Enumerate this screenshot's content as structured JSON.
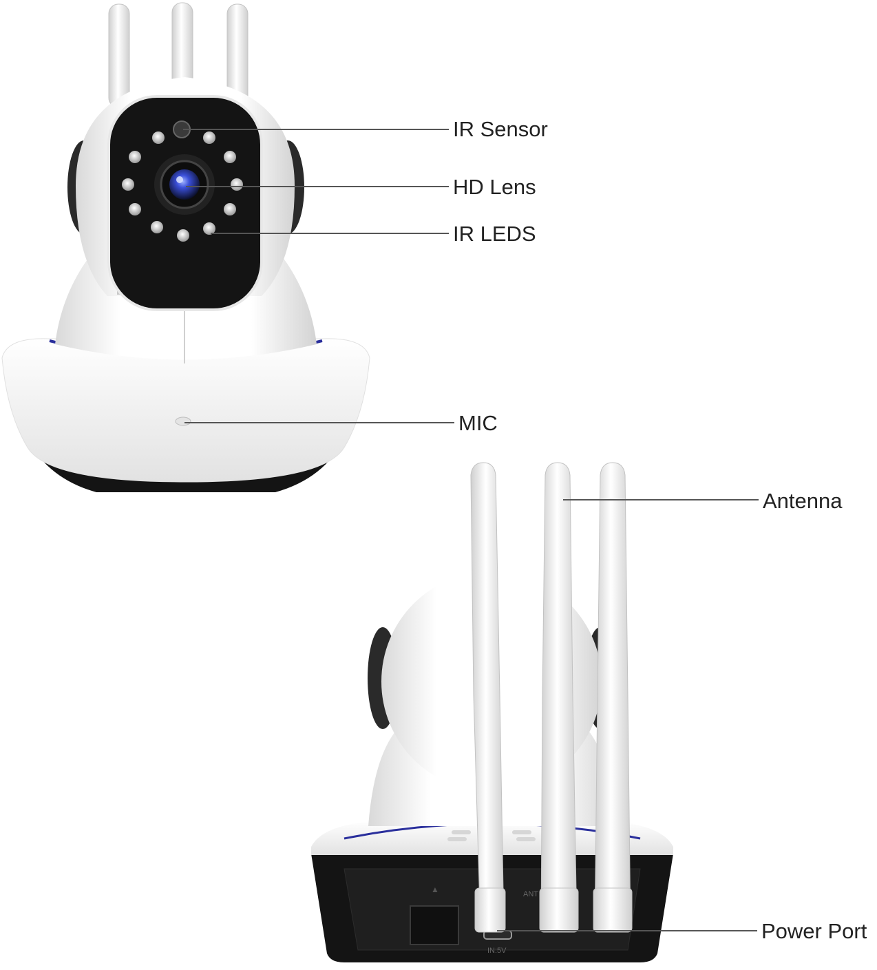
{
  "colors": {
    "body_white": "#f4f4f4",
    "shadow_grey": "#d6d6d6",
    "black_panel": "#141414",
    "accent_blue": "#2a2f9c",
    "leader_line": "#555555",
    "lens_blue": "#3a4fd8"
  },
  "callouts": {
    "ir_sensor": "IR Sensor",
    "hd_lens": "HD Lens",
    "ir_leds": "IR LEDS",
    "mic": "MIC",
    "antenna": "Antenna",
    "power_port": "Power Port"
  },
  "rear_panel": {
    "port_text_power": "IN:5V",
    "port_text_ant": "ANT"
  }
}
